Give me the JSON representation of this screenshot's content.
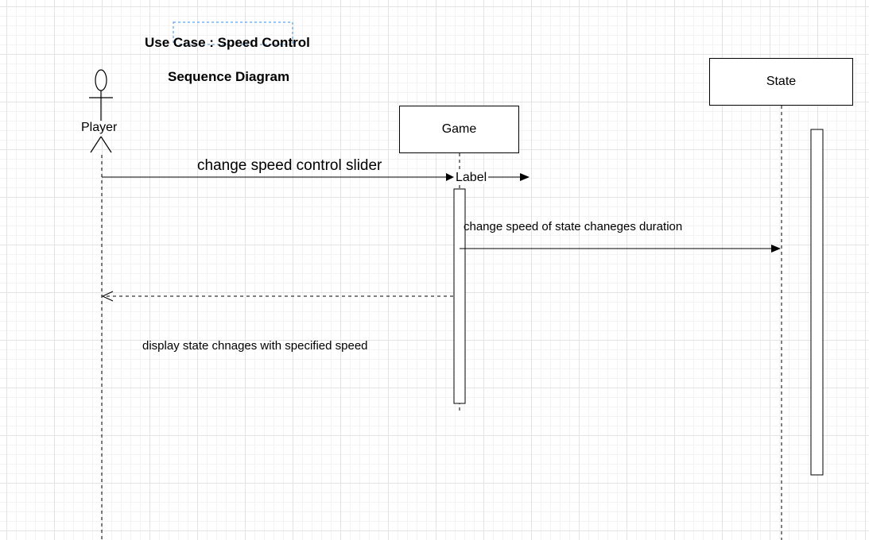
{
  "diagram": {
    "title": "Use Case : Speed Control",
    "subtitle": "Sequence Diagram",
    "participants": {
      "player": "Player",
      "game": "Game",
      "state": "State"
    },
    "messages": {
      "change_slider": "change speed control slider",
      "label": "Label",
      "change_speed": "change speed of  state chaneges duration",
      "display": "display state chnages with specified speed"
    }
  }
}
